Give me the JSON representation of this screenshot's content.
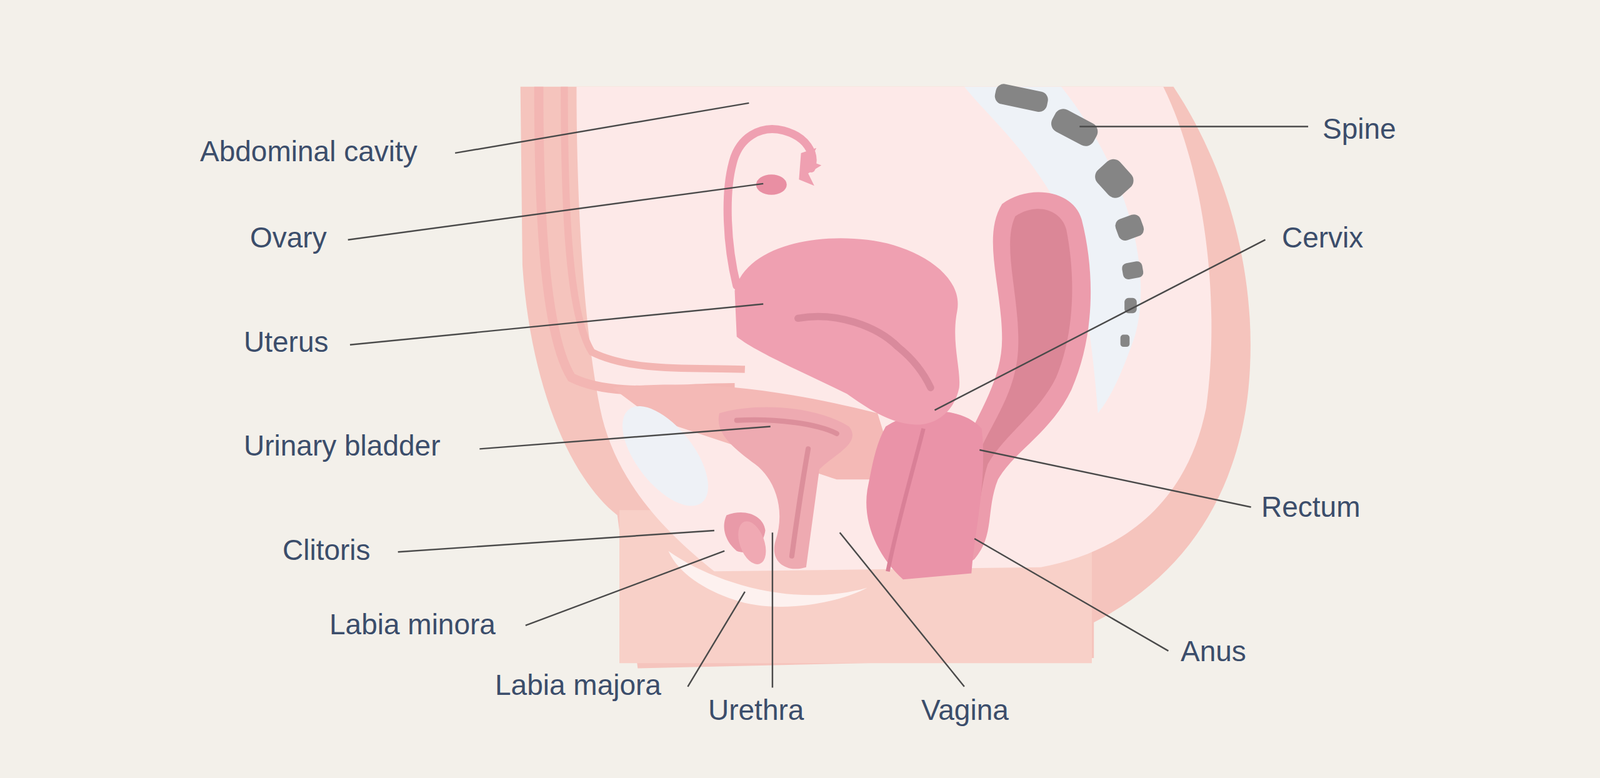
{
  "diagram": {
    "labels": [
      "Abdominal cavity",
      "Ovary",
      "Uterus",
      "Urinary bladder",
      "Clitoris",
      "Labia minora",
      "Labia majora",
      "Urethra",
      "Vagina",
      "Spine",
      "Cervix",
      "Rectum",
      "Anus"
    ]
  }
}
